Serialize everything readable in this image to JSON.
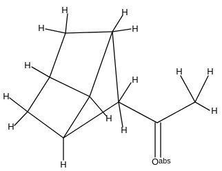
{
  "molecule": {
    "atom_labels": {
      "h_label": "H",
      "o_label": "O",
      "abs_label": "abs"
    },
    "colors": {
      "bond": "#000000",
      "label": "#000000",
      "background": "#ffffff"
    }
  }
}
